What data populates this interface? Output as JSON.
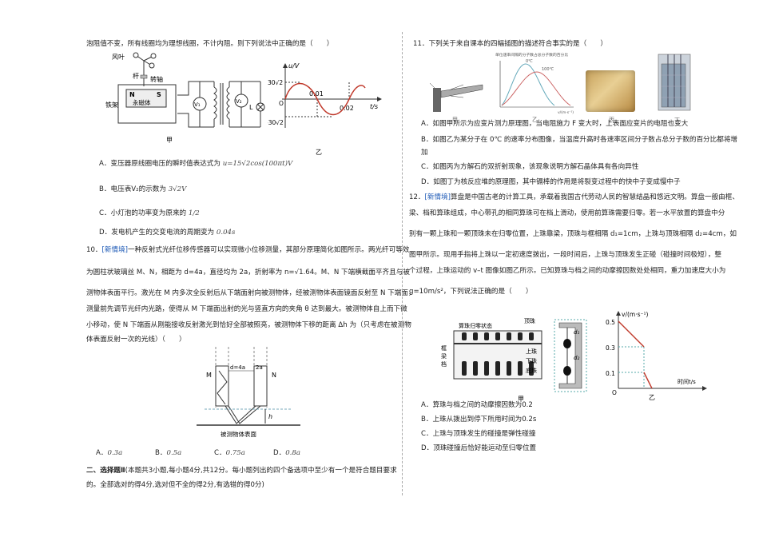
{
  "left": {
    "q9_tail": "泡阻值不变，所有线圈均为理想线圈，不计内阻。则下列说法中正确的是（　　）",
    "fig_jia": {
      "labels": {
        "fengye": "风叶",
        "gan": "杆",
        "zhuanzhou": "转轴",
        "tiejia": "铁架",
        "n": "N",
        "s": "S",
        "cichi": "永磁体",
        "v1": "V₁",
        "v2": "V₂",
        "l": "L",
        "caption": "甲"
      }
    },
    "fig_yi": {
      "ylabel": "u/V",
      "xlabel": "t/s",
      "ytop": "30√2",
      "ybottom": "-30√2",
      "x1": "0.01",
      "x2": "0.02",
      "origin": "O",
      "caption": "乙"
    },
    "q9_options": [
      {
        "letter": "A．",
        "text": "变压器原线圈电压的瞬时值表达式为",
        "math": "u=15√2cos(100πt)V"
      },
      {
        "letter": "B．",
        "text": "电压表V₂的示数为",
        "math": "3√2V"
      },
      {
        "letter": "C．",
        "text": "小灯泡的功率变为原来的",
        "math": "1/2"
      },
      {
        "letter": "D．",
        "text": "发电机产生的交变电流的周期变为",
        "math": "0.04s"
      }
    ],
    "q10": {
      "num": "10．",
      "tag": "[新情境]",
      "lines": [
        "一种反射式光纤位移传感器可以实现微小位移测量，其部分原理简化如图所示。两光纤可等效",
        "为圆柱状玻璃丝 M、N，相距为 d=4a，直径均为 2a，折射率为 n=√1.64。M、N 下端横截面平齐且与被",
        "测物体表面平行。激光在 M 内多次全反射后从下端面射向被测物体，经被测物体表面镜面反射至 N 下端面，",
        "测量前先调节光纤内光路，使得从 M 下端面出射的光与竖直方向的夹角 θ 达到最大。被测物体自上而下微",
        "小移动，使 N 下端面从刚能接收反射激光到恰好全部被照亮，被测物体下移的距离 Δh 为（只考虑在被测物",
        "体表面反射一次的光线）（　　）"
      ],
      "fig_labels": {
        "m": "M",
        "n": "N",
        "d": "d=4a",
        "twoa": "2a",
        "h": "h",
        "caption": "被测物体表面"
      },
      "options": [
        {
          "letter": "A．",
          "value": "0.3a"
        },
        {
          "letter": "B．",
          "value": "0.5a"
        },
        {
          "letter": "C．",
          "value": "0.75a"
        },
        {
          "letter": "D．",
          "value": "0.8a"
        }
      ]
    },
    "section2": {
      "title": "二、选择题Ⅱ",
      "text": "(本题共3小题,每小题4分,共12分。每小题列出的四个备选项中至少有一个是符合题目要求",
      "text2": "的。全部选对的得4分,选对但不全的得2分,有选错的得0分)"
    }
  },
  "right": {
    "q11": {
      "num": "11．",
      "text": "下列关于来自课本的四幅插图的描述符合事实的是（　　）",
      "pics": [
        "甲",
        "乙",
        "丙",
        "丁"
      ],
      "chart_title": "单位速率间隔的分子数占总分子数的百分比",
      "chart_labels": {
        "t1": "0℃",
        "t2": "100℃",
        "x": "v/(m·s⁻¹)"
      },
      "options": [
        {
          "letter": "A．",
          "text": "如图甲所示为应变片测力原理图，当电阻施力 F 变大时，上表面应变片的电阻也变大"
        },
        {
          "letter": "B．",
          "text": "如图乙为某分子在 0℃ 的速率分布图像，当温度升高时各速率区间分子数占总分子数的百分比都将增"
        },
        {
          "letter": "",
          "text": "加"
        },
        {
          "letter": "C．",
          "text": "如图丙为方解石的双折射现象，该现象说明方解石晶体具有各向异性"
        },
        {
          "letter": "D．",
          "text": "如图丁为核反应堆的原理图，其中镉棒的作用是将裂变过程中的快中子变成慢中子"
        }
      ]
    },
    "q12": {
      "num": "12．",
      "tag": "[新情境]",
      "lines": [
        "算盘是中国古老的计算工具，承载着我国古代劳动人民的智慧结晶和悠远文明。算盘一般由框、",
        "梁、档和算珠组成，中心带孔的相同算珠可在档上滑动，使用前算珠需要归零。若一水平放置的算盘中分",
        "别有一颗上珠和一颗顶珠未在归零位置，上珠靠梁，顶珠与框相隔 d₁=1cm，上珠与顶珠相隔 d₂=4cm，如",
        "图甲所示。现用手指将上珠以一定初速度拨出，一段时间后，上珠与顶珠发生正碰（碰撞时间极短），整",
        "个过程，上珠运动的 v–t 图像如图乙所示。已知算珠与档之间的动摩擦因数处处相同，重力加速度大小为",
        "g=10m/s²，下列说法正确的是（　　）"
      ],
      "fig_jia": {
        "guiling": "算珠归零状态",
        "dingzhu": "顶珠",
        "kuang": "框",
        "liang": "梁",
        "dang": "档",
        "shangzhu": "上珠",
        "xiazhu": "下珠",
        "dizhu": "底珠",
        "d1": "d₁",
        "d2": "d₂",
        "caption": "甲"
      },
      "fig_yi": {
        "ylabel": "v/(m·s⁻¹)",
        "xlabel": "时间t/s",
        "y05": "0.5",
        "y03": "0.3",
        "y01": "0.1",
        "origin": "O",
        "caption": "乙"
      },
      "options": [
        {
          "letter": "A．",
          "text": "算珠与档之间的动摩擦因数为0.2"
        },
        {
          "letter": "B．",
          "text": "上珠从拨出到停下所用时间为0.2s"
        },
        {
          "letter": "C．",
          "text": "上珠与顶珠发生的碰撞是弹性碰撞"
        },
        {
          "letter": "D．",
          "text": "顶珠碰撞后恰好能运动至归零位置"
        }
      ]
    }
  }
}
